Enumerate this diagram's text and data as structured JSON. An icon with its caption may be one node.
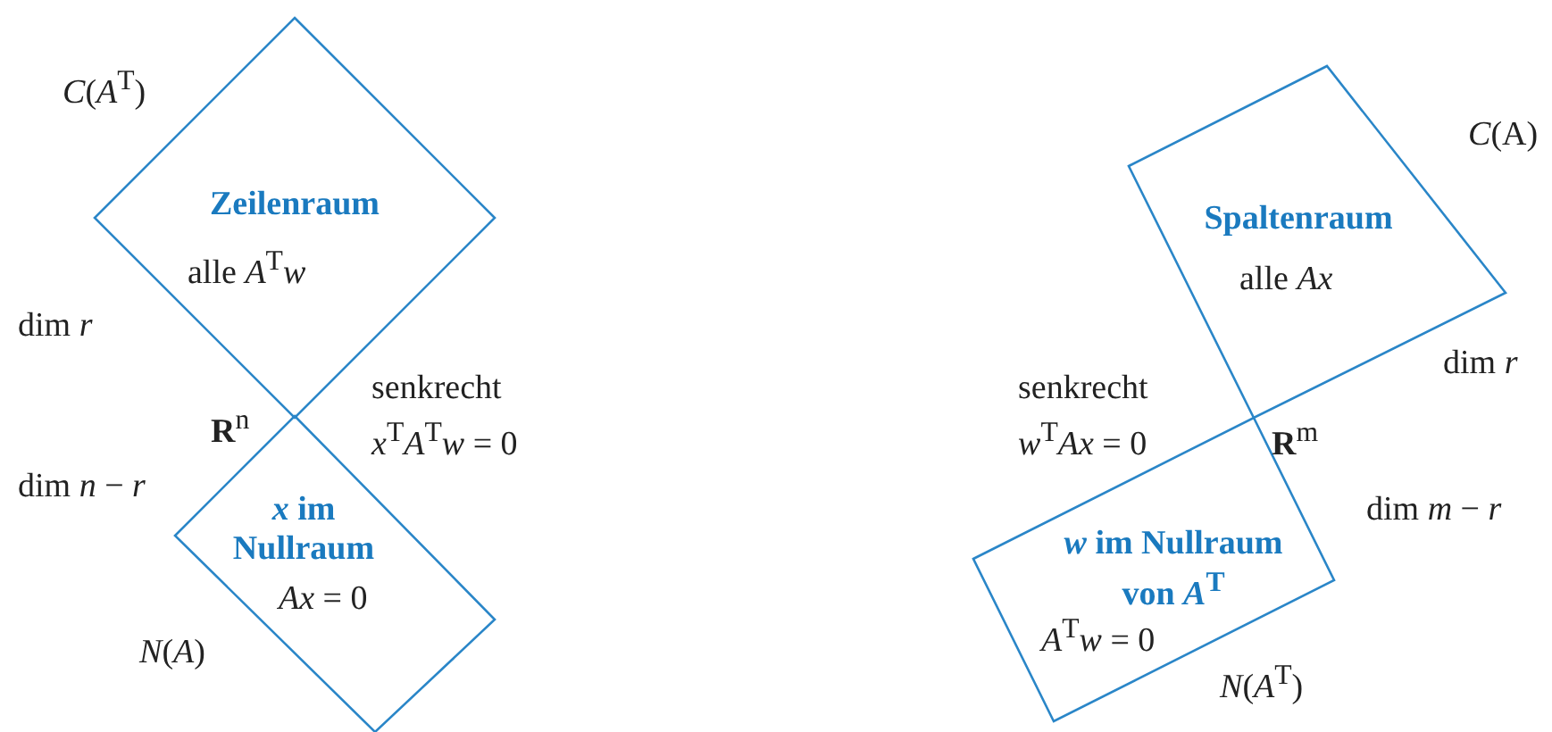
{
  "diagram": {
    "nodes": [
      {
        "text": [
          "Zeilenraum",
          "alle *A*$^{T}$*w*"
        ]
      },
      {
        "text": [
          "*x* im Nullraum",
          "*Ax* = 0"
        ]
      },
      {
        "text": [
          "Spaltenraum",
          "alle *Ax*"
        ]
      },
      {
        "text": [
          "*w* im Nullraum von *A*$^{T}$",
          "*A*$^{T}$*w* = 0"
        ]
      }
    ],
    "edges": [],
    "labels": [
      "*C*(*A*$^{T}$)",
      "*C*(A)",
      "dim *r*",
      "senkrecht",
      "*x*$^{T}$*A*$^{T}$*w* = 0",
      "**R**$^{n}$",
      "senkrecht",
      "*w*$^{T}$*Ax* = 0",
      "dim *r*",
      "**R**$^{m}$",
      "dim *n* − *r*",
      "dim *m* − *r*",
      "*N*(*A*)",
      "*N*(*A*$^{T}$)"
    ]
  }
}
